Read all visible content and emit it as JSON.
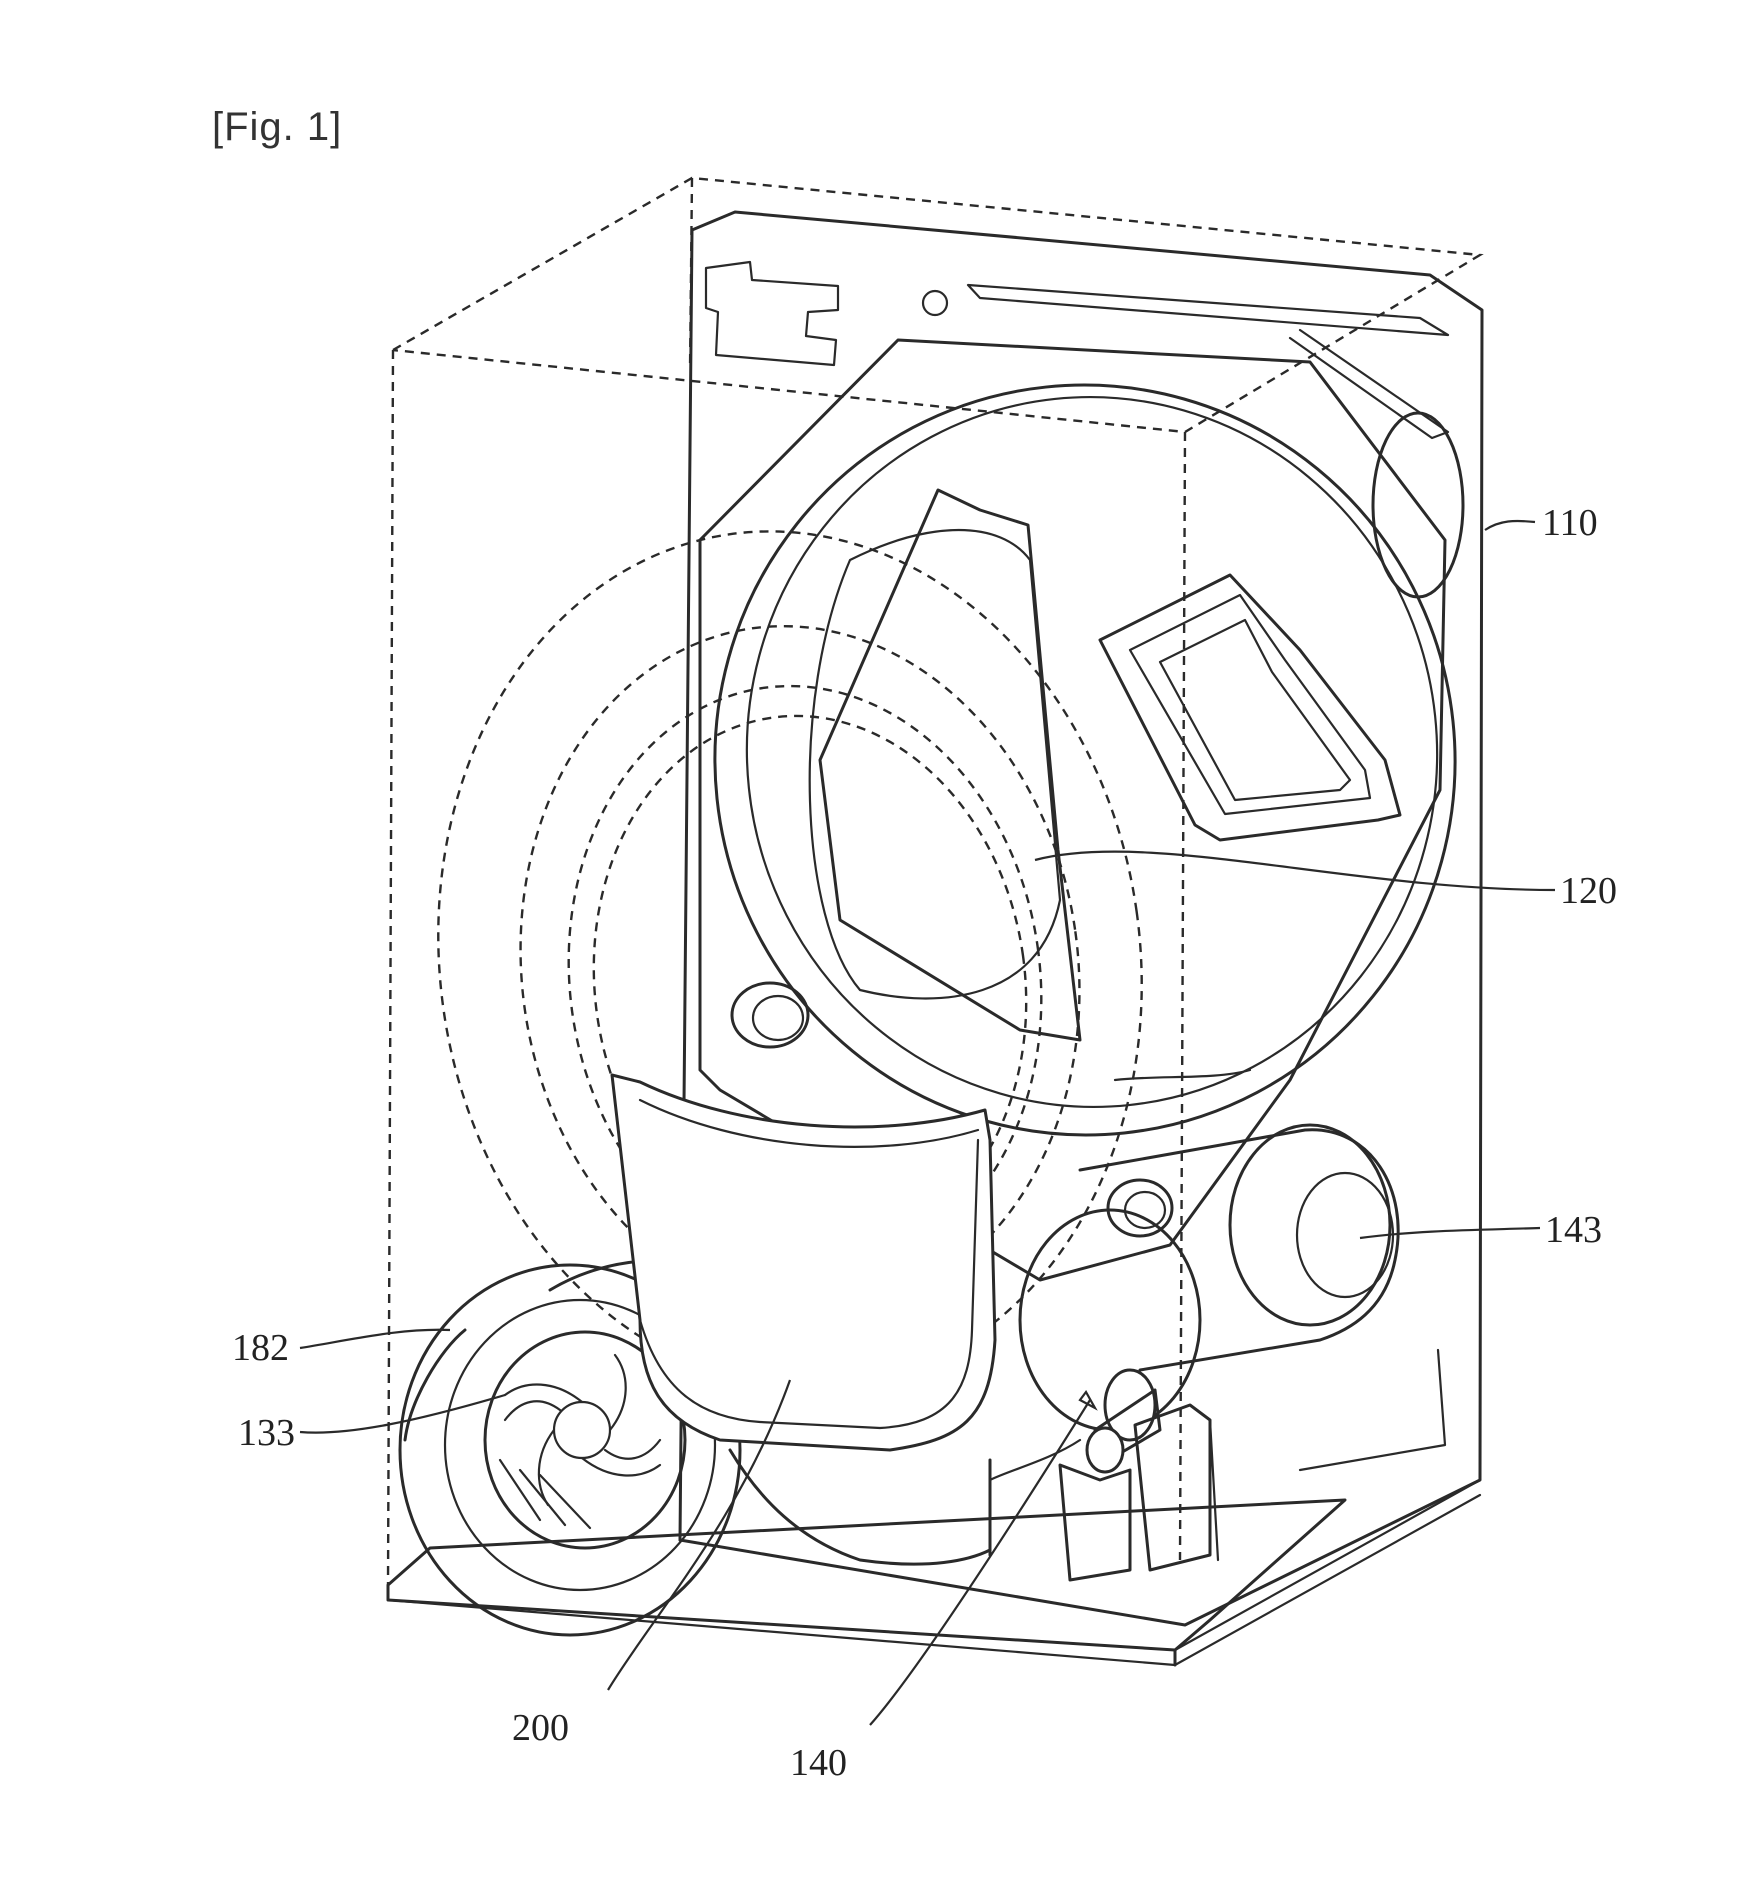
{
  "figure": {
    "title": "[Fig. 1]"
  },
  "labels": {
    "ref_110": "110",
    "ref_120": "120",
    "ref_143": "143",
    "ref_182": "182",
    "ref_133": "133",
    "ref_200": "200",
    "ref_140": "140"
  }
}
